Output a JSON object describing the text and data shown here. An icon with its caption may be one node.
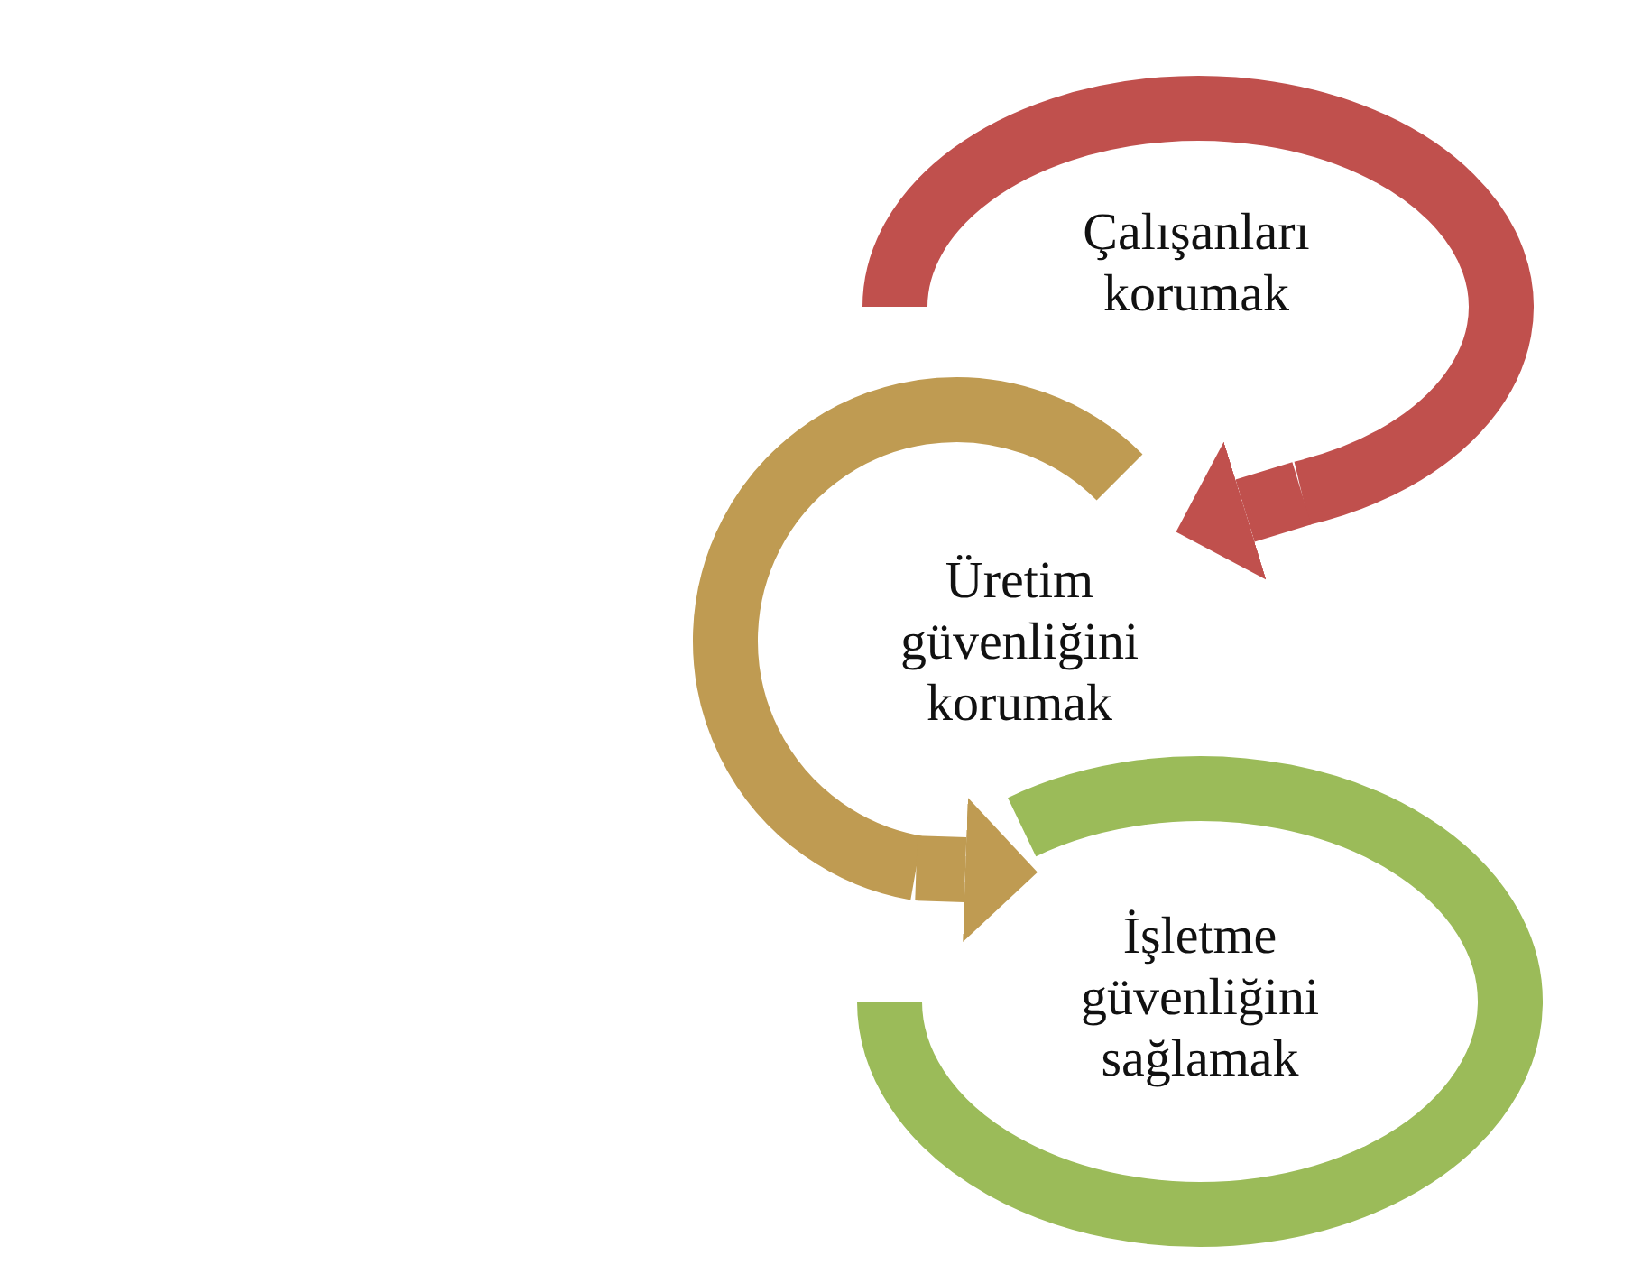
{
  "diagram": {
    "nodes": [
      {
        "text": [
          "Çalışanları korumak"
        ]
      },
      {
        "text": [
          "Üretim güvenliğini korumak"
        ]
      },
      {
        "text": [
          "İşletme güvenliğini sağlamak"
        ]
      }
    ],
    "edges": [
      {
        "from": 0,
        "to": 1,
        "arrow": "to",
        "color": "#c0504d"
      },
      {
        "from": 1,
        "to": 2,
        "arrow": "to",
        "color": "#bf9b52"
      }
    ]
  }
}
